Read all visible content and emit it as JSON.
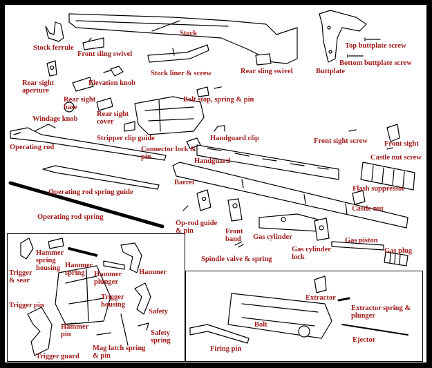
{
  "colors": {
    "label": "#a01818",
    "outline": "#000000",
    "background": "#ffffff",
    "border": "#000000"
  },
  "labels": {
    "stock": "Stock",
    "stock_ferrule": "Stock ferrule",
    "front_sling_swivel": "Front sling swivel",
    "stock_liner_screw": "Stock liner & screw",
    "rear_sling_swivel": "Rear sling swivel",
    "buttplate": "Buttplate",
    "top_buttplate_screw": "Top buttplate screw",
    "bottom_buttplate_screw": "Bottom buttplate screw",
    "rear_sight_aperture": "Rear sight\naperture",
    "elevation_knob": "Elevation knob",
    "rear_sight_base": "Rear sight\nbase",
    "windage_knob": "Windage knob",
    "rear_sight_cover": "Rear sight\ncover",
    "bolt_stop": "Bolt stop, spring & pin",
    "stripper_clip_guide": "Stripper clip guide",
    "operating_rod": "Operating rod",
    "connector_lock": "Connector lock &\npin",
    "handguard_clip": "Handguard clip",
    "front_sight_screw": "Front sight screw",
    "front_sight": "Front sight",
    "castle_nut_screw": "Castle nut screw",
    "handguard": "Handguard",
    "barrel": "Barrel",
    "flash_suppressor": "Flash suppressor",
    "op_rod_spring_guide": "Operating rod spring guide",
    "castle_nut": "Castle nut",
    "operating_rod_spring": "Operating rod spring",
    "op_rod_guide_pin": "Op-rod guide\n& pin",
    "front_band": "Front\nband",
    "gas_cylinder": "Gas cylinder",
    "gas_piston": "Gas piston",
    "gas_cylinder_lock": "Gas cylinder\nlock",
    "gas_plug": "Gas plug",
    "spindle_valve": "Spindle valve & spring",
    "trigger_sear": "Trigger\n& sear",
    "hammer_spring_housing": "Hammer\nspring\nhousing",
    "hammer_spring": "Hammer\nspring",
    "hammer_plunger": "Hammer\nplunger",
    "hammer": "Hammer",
    "trigger_pin": "Trigger pin",
    "trigger_housing": "Trigger\nhousing",
    "safety": "Safety",
    "hammer_pin": "Hammer\npin",
    "safety_spring": "Safety\nspring",
    "trigger_guard": "Trigger guard",
    "mag_latch": "Mag latch spring\n& pin",
    "extractor": "Extractor",
    "extractor_spring": "Extractor spring &\nplunger",
    "bolt": "Bolt",
    "ejector": "Ejector",
    "firing_pin": "Firing pin"
  }
}
